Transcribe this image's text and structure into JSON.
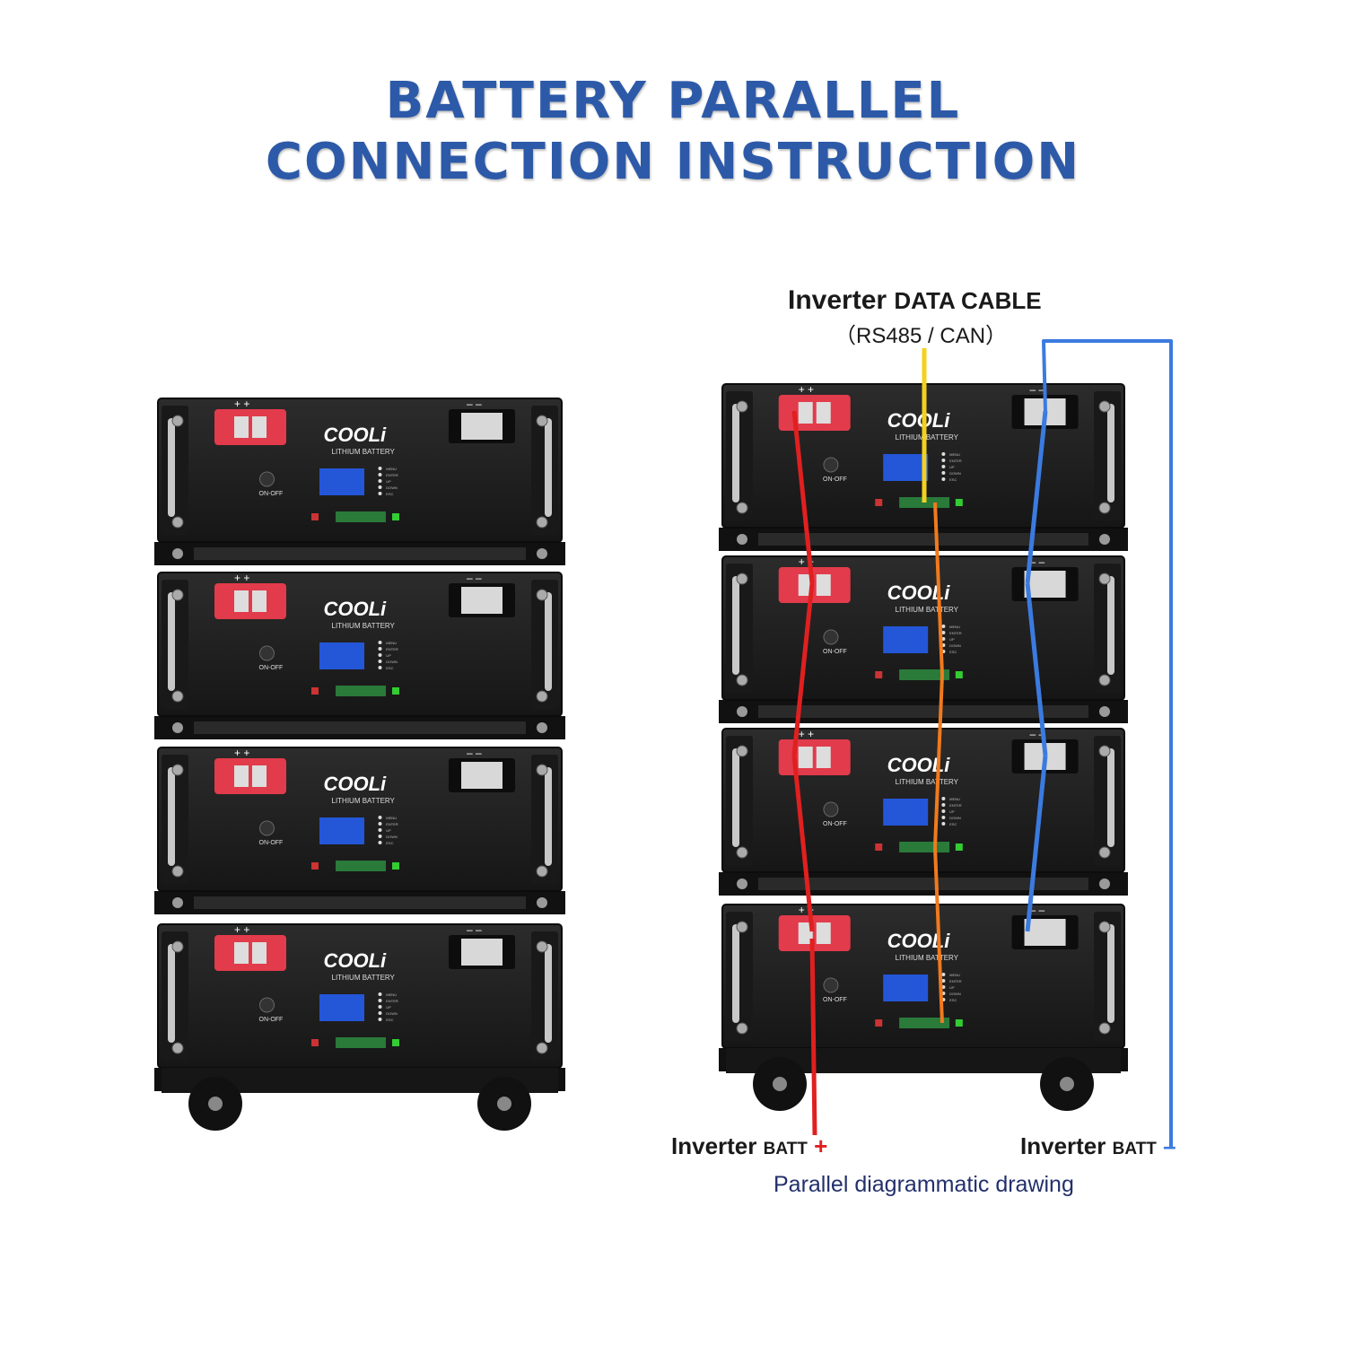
{
  "title": {
    "line1": "BATTERY PARALLEL",
    "line2": "CONNECTION INSTRUCTION"
  },
  "battery": {
    "brand": "COOLi",
    "subtitle": "LITHIUM BATTERY",
    "switch_label": "ON-OFF",
    "pos_mark": "+ +",
    "neg_mark": "– –",
    "indicators": [
      "MENU",
      "ENTER",
      "UP",
      "DOWN",
      "ESC"
    ]
  },
  "diagram": {
    "data_cable_prefix": "Inverter",
    "data_cable_label": "DATA CABLE",
    "data_cable_protocol": "（RS485 / CAN）",
    "batt_pos_prefix": "Inverter",
    "batt_pos_label": "BATT",
    "batt_pos_sign": "+",
    "batt_neg_prefix": "Inverter",
    "batt_neg_label": "BATT",
    "batt_neg_sign": "–",
    "caption": "Parallel diagrammatic drawing"
  },
  "colors": {
    "title": "#2d5aa8",
    "positive_cable": "#e02020",
    "negative_cable": "#3b7be0",
    "data_cable_in": "#f2d21e",
    "data_link": "#f07a1e",
    "caption": "#23306b",
    "battery_body": "#1f1f1f",
    "terminal_pos": "#e23b4b",
    "terminal_neg": "#d8d8d8",
    "lcd": "#2456d8"
  }
}
